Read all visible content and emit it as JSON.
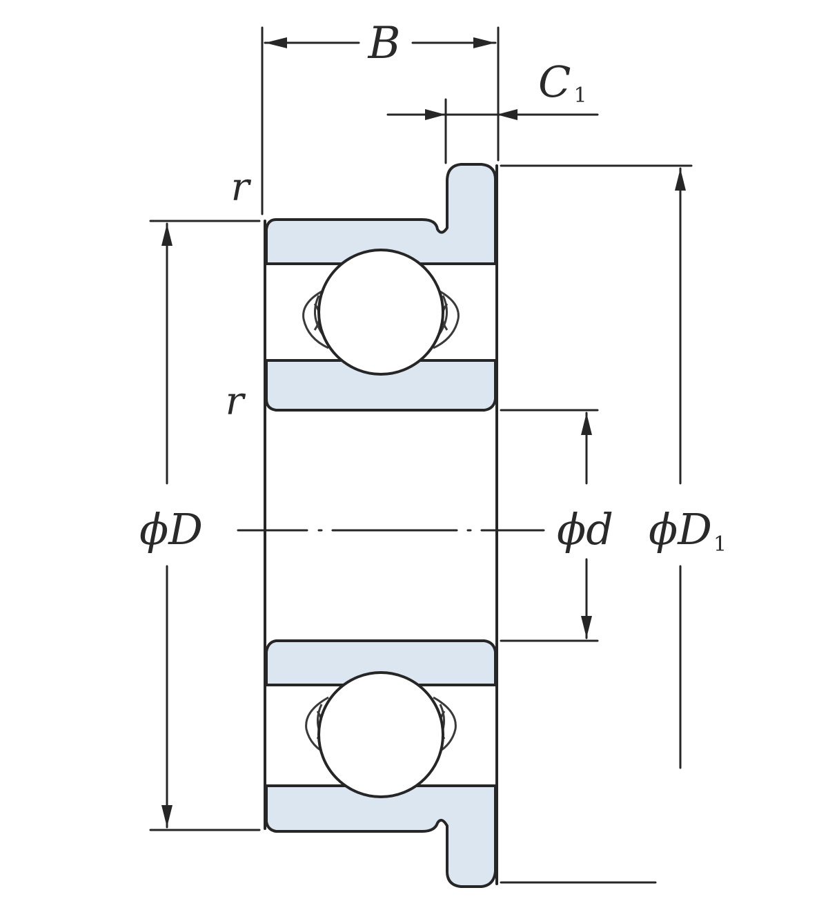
{
  "labels": {
    "width": "B",
    "chamfer": "C",
    "chamfer_sub": "1",
    "corner_radius_top": "r",
    "corner_radius_mid": "r",
    "outer_diameter": "ϕD",
    "bore_diameter": "ϕd",
    "flange_diameter": "ϕD",
    "flange_diameter_sub": "1"
  },
  "colors": {
    "ring_fill": "#dce6f0",
    "outline": "#262626",
    "background": "#ffffff"
  }
}
